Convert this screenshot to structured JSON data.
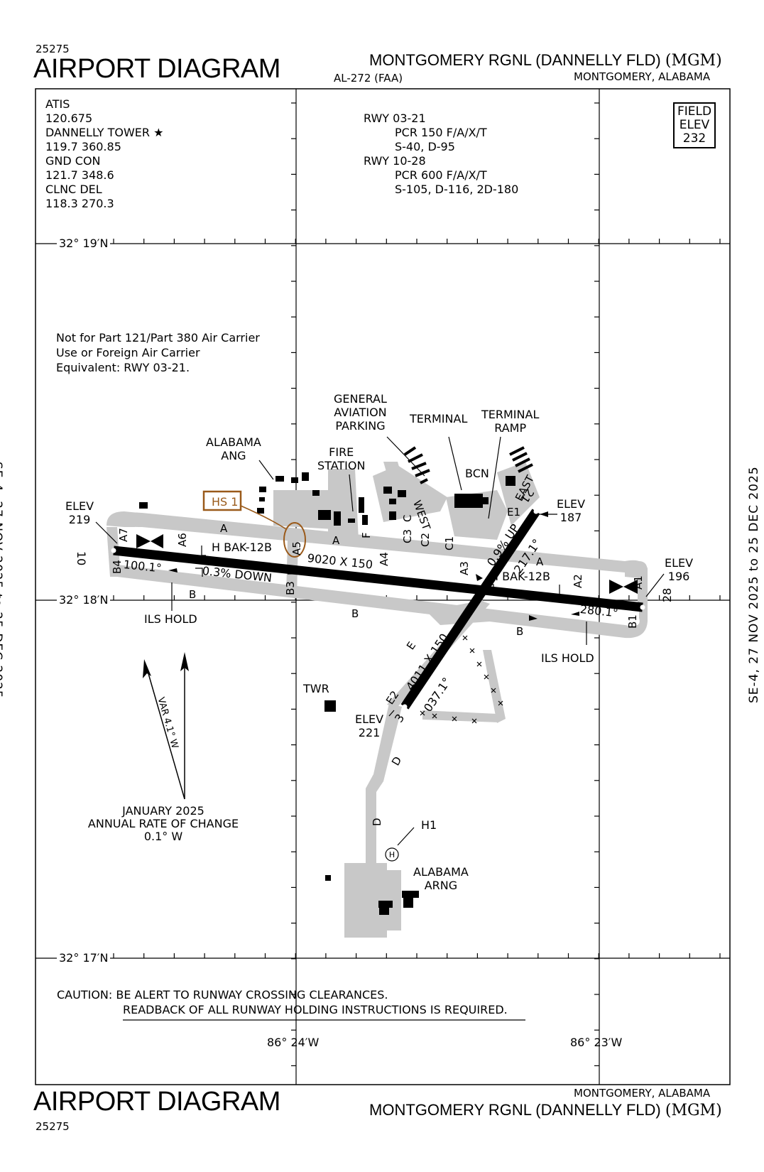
{
  "header": {
    "chart_number": "25275",
    "title": "AIRPORT DIAGRAM",
    "publication": "AL-272 (FAA)",
    "airport_name": "MONTGOMERY RGNL (DANNELLY FLD)",
    "airport_id": "(MGM)",
    "city_state": "MONTGOMERY, ALABAMA"
  },
  "frequencies": [
    "ATIS",
    "120.675",
    "DANNELLY TOWER ★",
    "119.7  360.85",
    "GND CON",
    "121.7  348.6",
    "CLNC DEL",
    "118.3  270.3"
  ],
  "runway_data": [
    "RWY 03-21",
    "PCR 150 F/A/X/T",
    "S-40, D-95",
    "RWY 10-28",
    "PCR 600 F/A/X/T",
    "S-105, D-116, 2D-180"
  ],
  "field_elev": {
    "label1": "FIELD",
    "label2": "ELEV",
    "value": "232"
  },
  "coordinates": {
    "lat_top": "32° 19′N",
    "lat_mid": "32° 18′N",
    "lat_bot": "32° 17′N",
    "lon_left": "86° 24′W",
    "lon_right": "86° 23′W"
  },
  "notes": {
    "carrier_line1": "Not for Part 121/Part 380 Air Carrier",
    "carrier_line2": "Use or Foreign Air Carrier",
    "carrier_line3": "Equivalent: RWY 03-21.",
    "caution_line1": "CAUTION: BE ALERT TO RUNWAY CROSSING CLEARANCES.",
    "caution_line2": "READBACK OF ALL RUNWAY HOLDING INSTRUCTIONS IS REQUIRED.",
    "mag_date": "JANUARY 2025",
    "mag_rate": "ANNUAL RATE OF CHANGE",
    "mag_value": "0.1° W",
    "variation": "VAR 4.1° W"
  },
  "effective": "SE-4,  27 NOV 2025  to  25 DEC 2025",
  "labels": {
    "ga_parking": [
      "GENERAL",
      "AVIATION",
      "PARKING"
    ],
    "terminal": "TERMINAL",
    "terminal_ramp": [
      "TERMINAL",
      "RAMP"
    ],
    "fire_station": [
      "FIRE",
      "STATION"
    ],
    "alabama_ang": [
      "ALABAMA",
      "ANG"
    ],
    "bcn": "BCN",
    "hs1": "HS 1",
    "twr": "TWR",
    "h1": "H1",
    "alabama_arng": [
      "ALABAMA",
      "ARNG"
    ],
    "ils_hold_w": "ILS HOLD",
    "ils_hold_e": "ILS HOLD",
    "elev_219": [
      "ELEV",
      "219"
    ],
    "elev_187": [
      "ELEV",
      "187"
    ],
    "elev_196": [
      "ELEV",
      "196"
    ],
    "elev_221": [
      "ELEV",
      "221"
    ],
    "rwy_10_28_dims": "9020 X 150",
    "rwy_03_21_dims": "4011 X 150",
    "hdg_100": "100.1°",
    "hdg_280": "280.1°",
    "hdg_037": "037.1°",
    "hdg_217": "217.1°",
    "slope_down": "0.3% DOWN",
    "slope_up": "0.9% UP",
    "bak_w": "H BAK-12B",
    "bak_e": "H BAK-12B",
    "rwy_10": "10",
    "rwy_28": "28",
    "rwy_3": "3",
    "rwy_21": "21",
    "twy": {
      "A": "A",
      "B": "B",
      "C": "C",
      "D": "D",
      "E": "E",
      "F": "F",
      "A1": "A1",
      "A2": "A2",
      "A3": "A3",
      "A4": "A4",
      "A5": "A5",
      "A6": "A6",
      "A7": "A7",
      "B1": "B1",
      "B3": "B3",
      "B4": "B4",
      "C1": "C1",
      "C2": "C2",
      "C3": "C3",
      "E1": "E1",
      "E2": "E2",
      "WEST": "WEST",
      "EAST": "EAST"
    }
  }
}
